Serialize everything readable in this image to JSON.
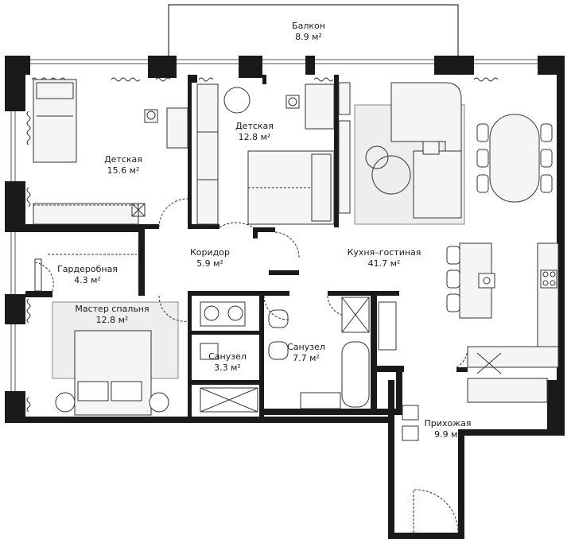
{
  "rooms": {
    "balcony": {
      "name": "Балкон",
      "area": "8.9 м²"
    },
    "kids1": {
      "name": "Детская",
      "area": "15.6 м²"
    },
    "kids2": {
      "name": "Детская",
      "area": "12.8 м²"
    },
    "kitchen": {
      "name": "Кухня–гостиная",
      "area": "41.7 м²"
    },
    "corridor": {
      "name": "Коридор",
      "area": "5.9 м²"
    },
    "wardrobe": {
      "name": "Гардеробная",
      "area": "4.3 м²"
    },
    "master": {
      "name": "Мастер спальня",
      "area": "12.8 м²"
    },
    "bath_small": {
      "name": "Санузел",
      "area": "3.3 м²"
    },
    "bath_big": {
      "name": "Санузел",
      "area": "7.7 м²"
    },
    "hall": {
      "name": "Прихожая",
      "area": "9.9 м²"
    }
  },
  "colors": {
    "wall": "#1a1a1a",
    "line": "#333333",
    "furniture_fill": "#f2f2f2",
    "rug": "#e6e6e6"
  }
}
